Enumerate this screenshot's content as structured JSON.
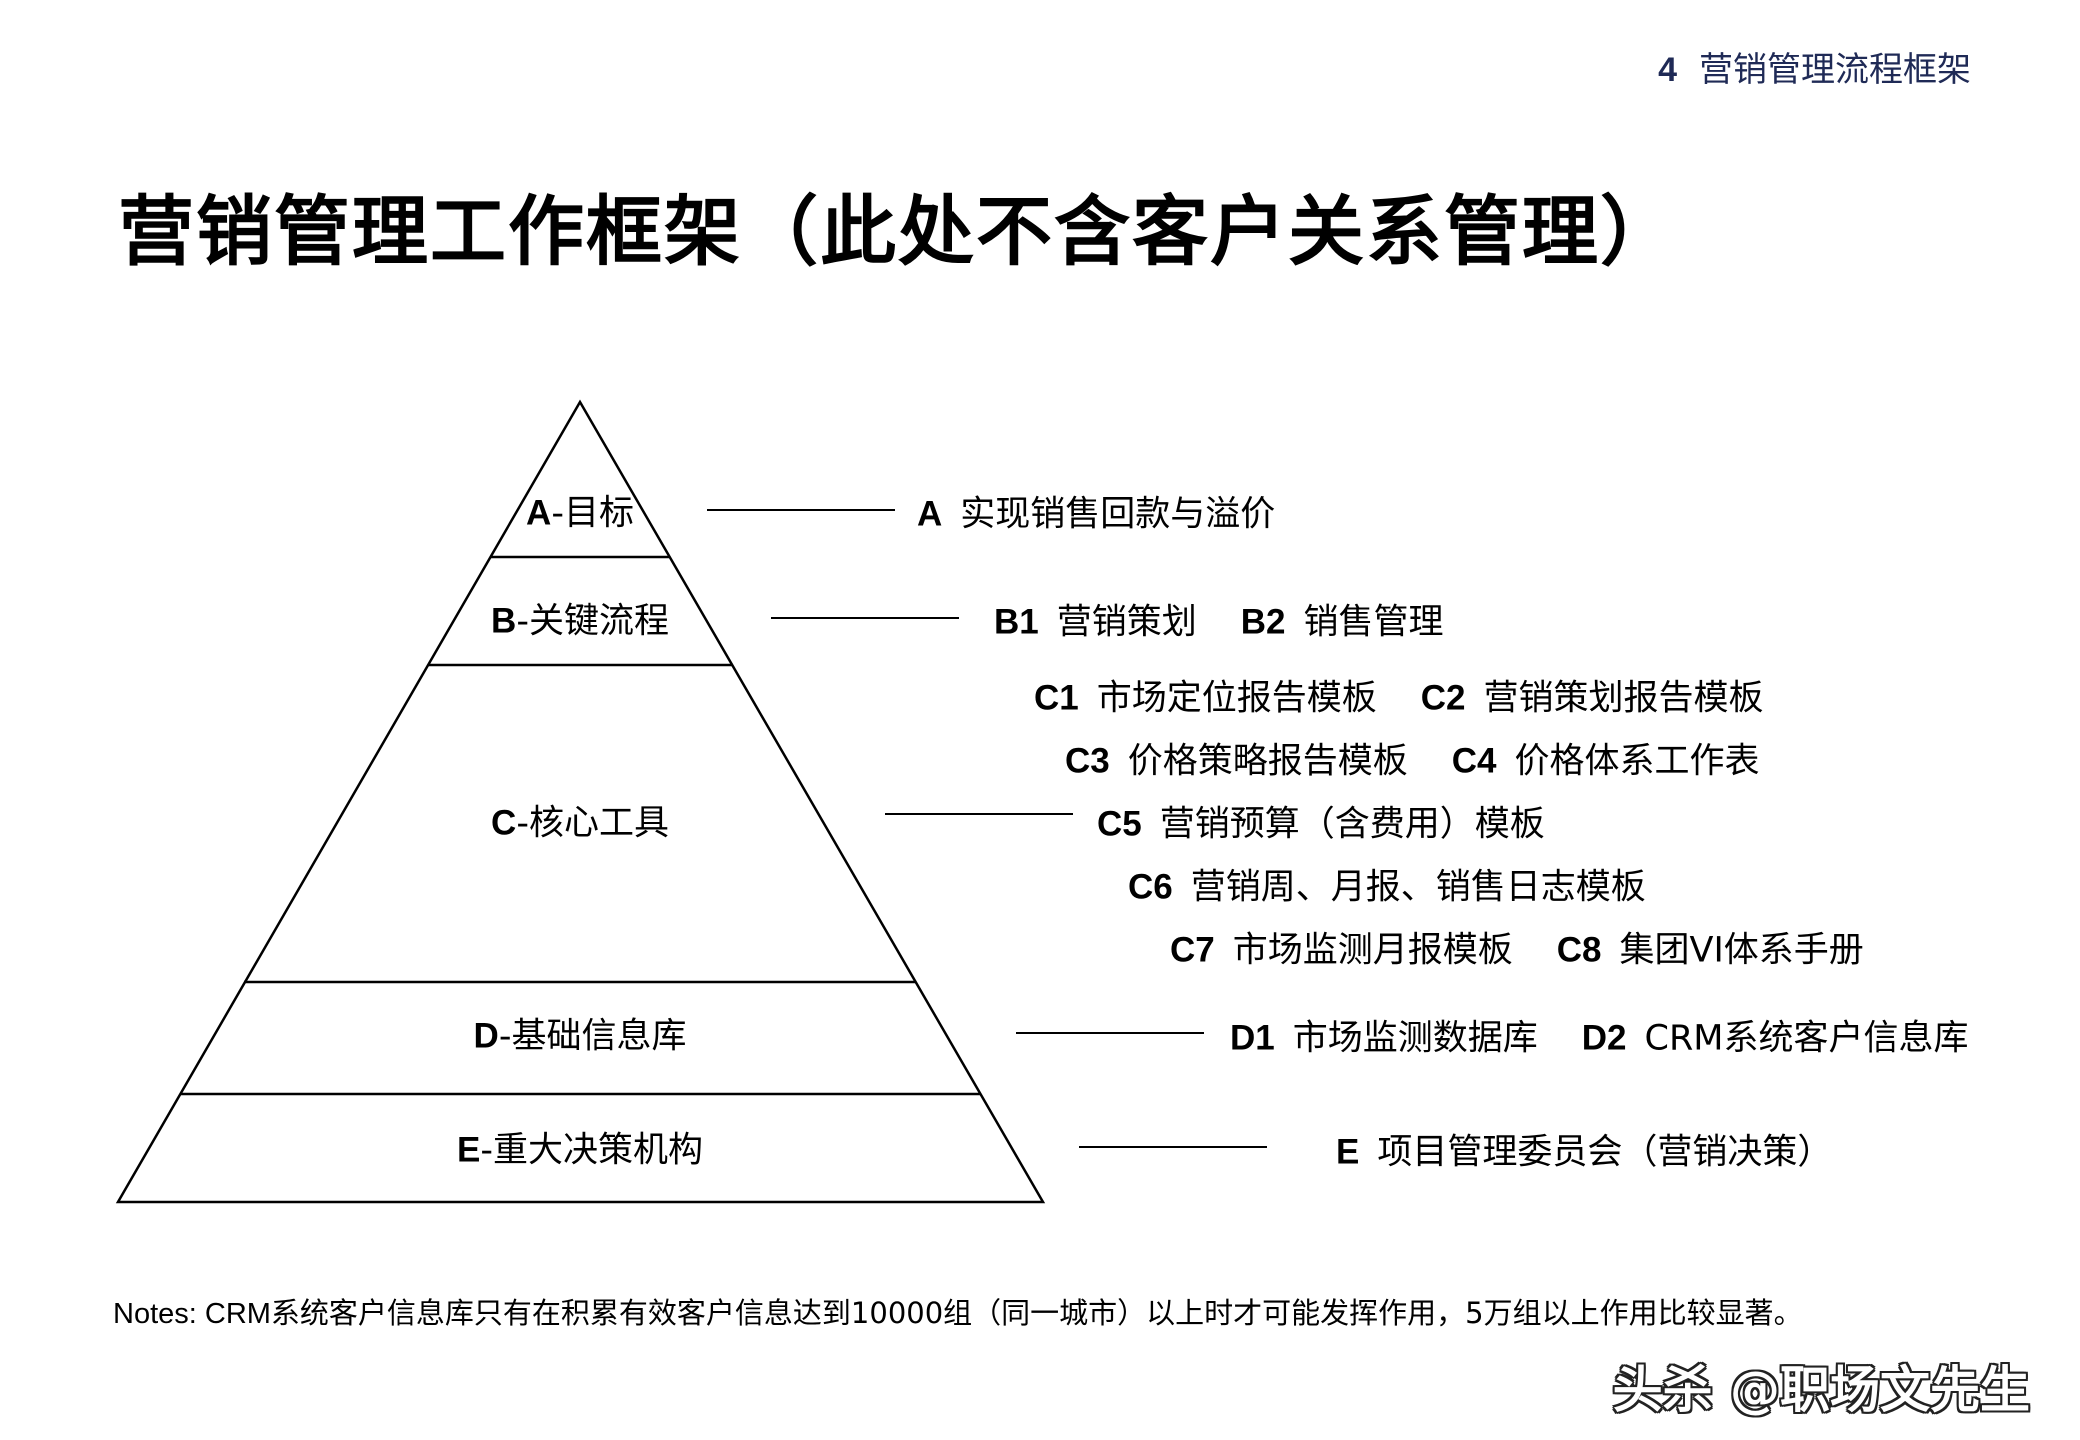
{
  "header": {
    "section_number": "4",
    "section_title": "营销管理流程框架"
  },
  "title": "营销管理工作框架（此处不含客户关系管理）",
  "pyramid": {
    "levels": [
      {
        "code": "A",
        "name": "-目标"
      },
      {
        "code": "B",
        "name": "-关键流程"
      },
      {
        "code": "C",
        "name": "-核心工具"
      },
      {
        "code": "D",
        "name": "-基础信息库"
      },
      {
        "code": "E",
        "name": "-重大决策机构"
      }
    ]
  },
  "descriptions": {
    "A": {
      "code": "A",
      "text": "实现销售回款与溢价"
    },
    "B": [
      {
        "code": "B1",
        "text": "营销策划"
      },
      {
        "code": "B2",
        "text": "销售管理"
      }
    ],
    "C": [
      [
        {
          "code": "C1",
          "text": "市场定位报告模板"
        },
        {
          "code": "C2",
          "text": "营销策划报告模板"
        }
      ],
      [
        {
          "code": "C3",
          "text": "价格策略报告模板"
        },
        {
          "code": "C4",
          "text": "价格体系工作表"
        }
      ],
      [
        {
          "code": "C5",
          "text": "营销预算（含费用）模板"
        }
      ],
      [
        {
          "code": "C6",
          "text": "营销周、月报、销售日志模板"
        }
      ],
      [
        {
          "code": "C7",
          "text": "市场监测月报模板"
        },
        {
          "code": "C8",
          "text": "集团VI体系手册"
        }
      ]
    ],
    "D": [
      {
        "code": "D1",
        "text": "市场监测数据库"
      },
      {
        "code": "D2",
        "text": "CRM系统客户信息库"
      }
    ],
    "E": {
      "code": "E",
      "text": "项目管理委员会（营销决策）"
    }
  },
  "notes": {
    "lead": "Notes: CRM",
    "text": "系统客户信息库只有在积累有效客户信息达到10000组（同一城市）以上时才可能发挥作用，5万组以上作用比较显著。"
  },
  "watermark": "头杀 @职场文先生"
}
